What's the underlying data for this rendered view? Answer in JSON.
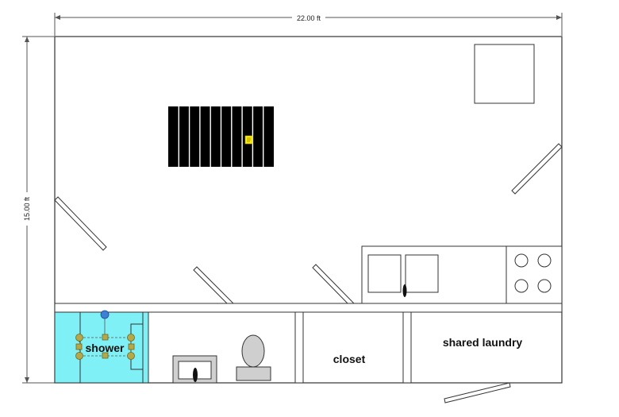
{
  "dimensions": {
    "width_label": "22.00 ft",
    "height_label": "15.00 ft"
  },
  "rooms": {
    "shower_label": "shower",
    "closet_label": "closet",
    "laundry_label": "shared laundry"
  },
  "stairs": {
    "tread_count": 10
  },
  "colors": {
    "wall": "#333333",
    "shower_fill": "#7ff0f5",
    "stair_fill": "#000000",
    "selection_handle": "#b5a84a",
    "rotation_handle": "#3f7fd6",
    "note_marker": "#ffee00"
  },
  "icons": {
    "note": "sticky-note-icon",
    "toilet": "toilet-icon",
    "sink": "sink-icon",
    "stove": "stove-icon"
  }
}
